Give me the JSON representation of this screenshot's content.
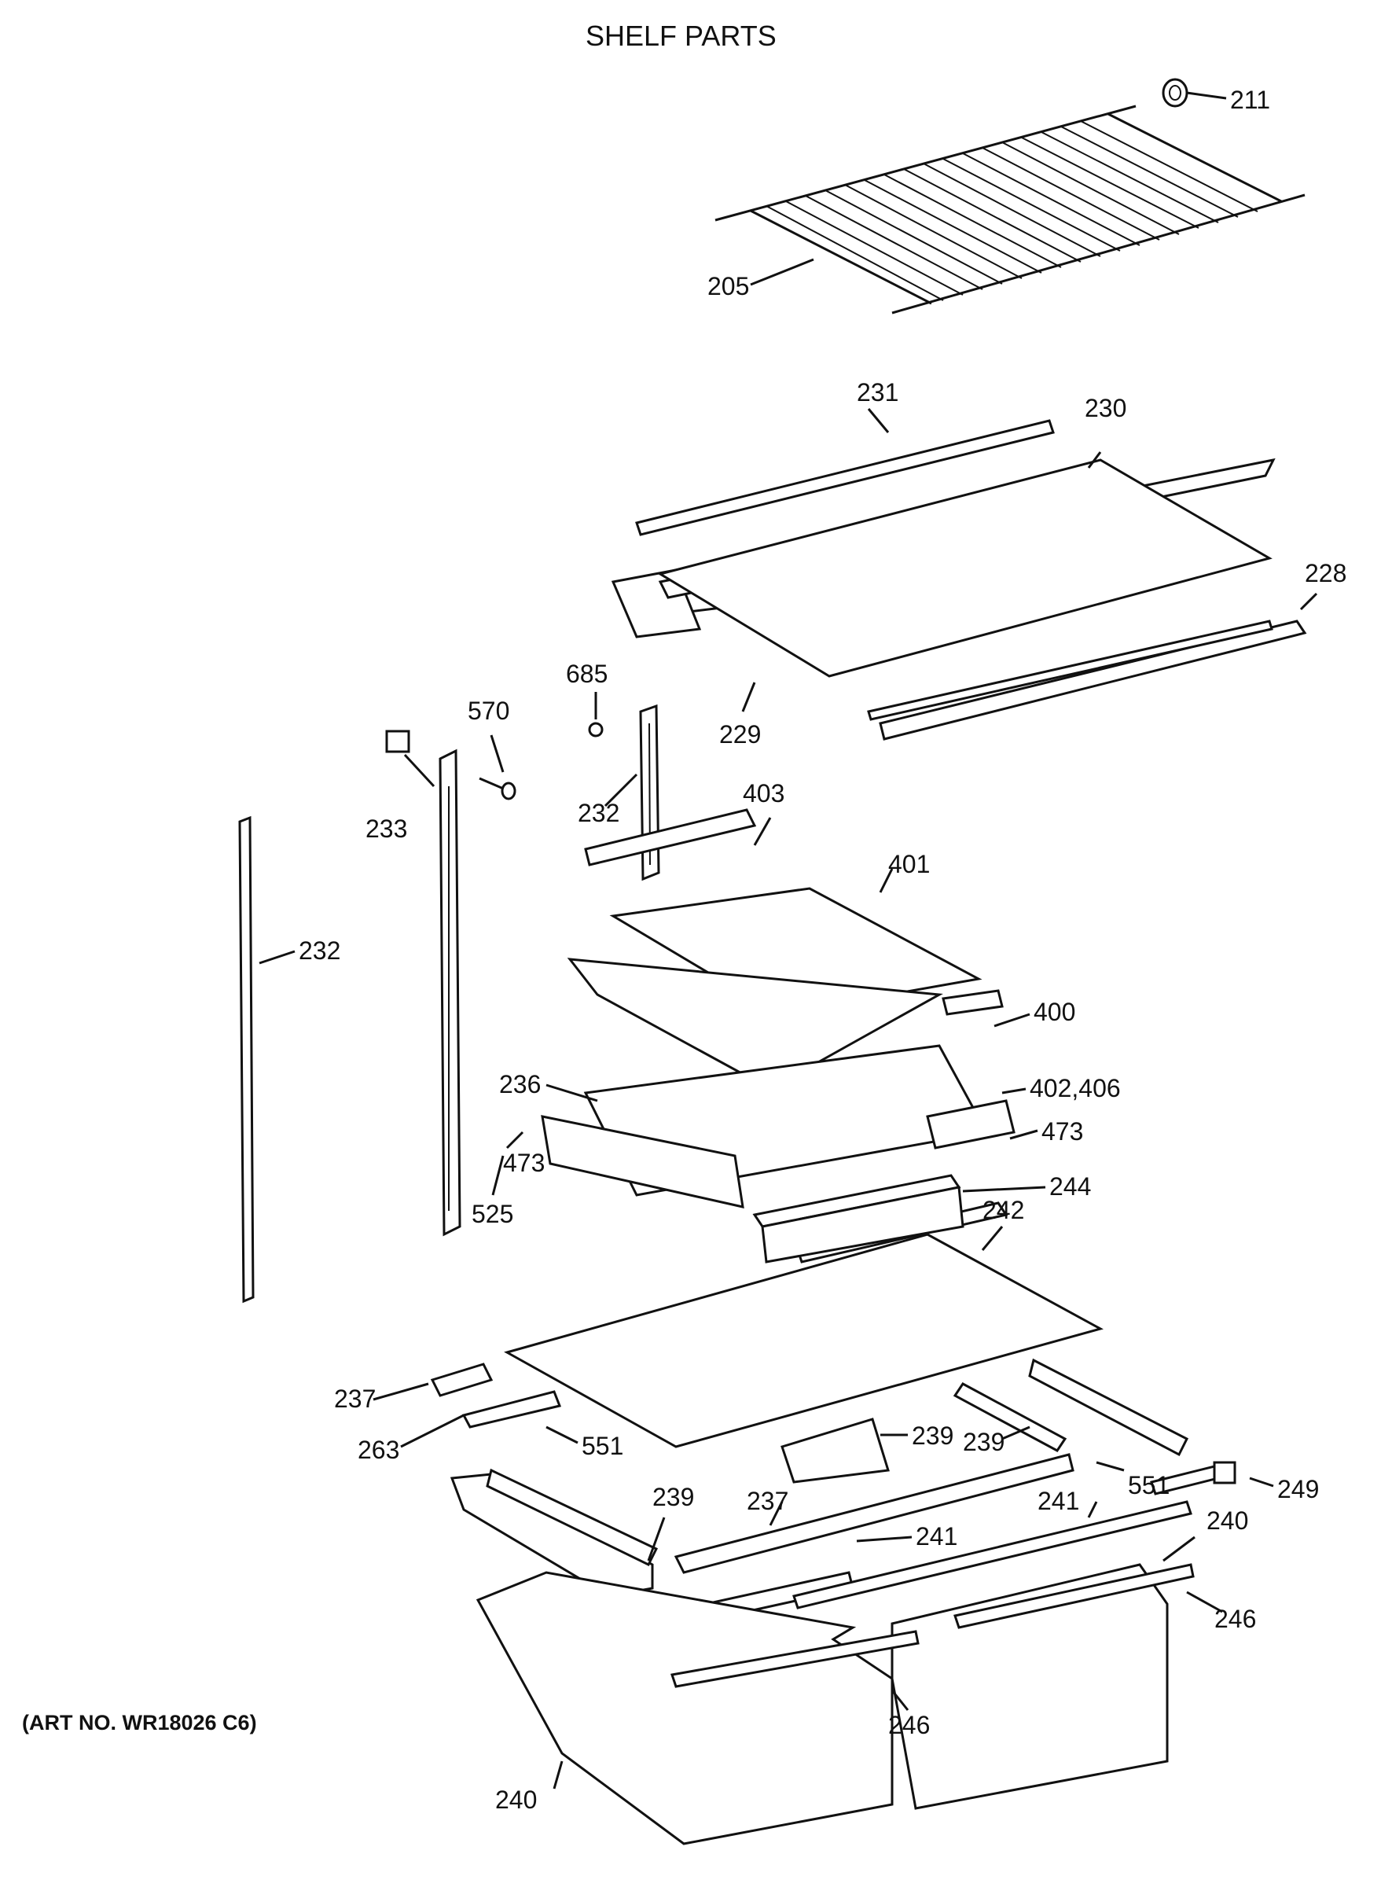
{
  "title": "SHELF PARTS",
  "art_number": "(ART NO. WR18026 C6)",
  "callouts": {
    "c211": "211",
    "c205": "205",
    "c231": "231",
    "c230": "230",
    "c228": "228",
    "c229": "229",
    "c685": "685",
    "c570": "570",
    "c233": "233",
    "c232a": "232",
    "c232b": "232",
    "c403": "403",
    "c401": "401",
    "c400": "400",
    "c236": "236",
    "c402": "402,406",
    "c473a": "473",
    "c473b": "473",
    "c525": "525",
    "c244": "244",
    "c242": "242",
    "c237a": "237",
    "c263": "263",
    "c551a": "551",
    "c239a": "239",
    "c239b": "239",
    "c239c": "239",
    "c551b": "551",
    "c249": "249",
    "c237b": "237",
    "c241a": "241",
    "c241b": "241",
    "c240a": "240",
    "c246a": "246",
    "c246b": "246",
    "c240b": "240"
  }
}
